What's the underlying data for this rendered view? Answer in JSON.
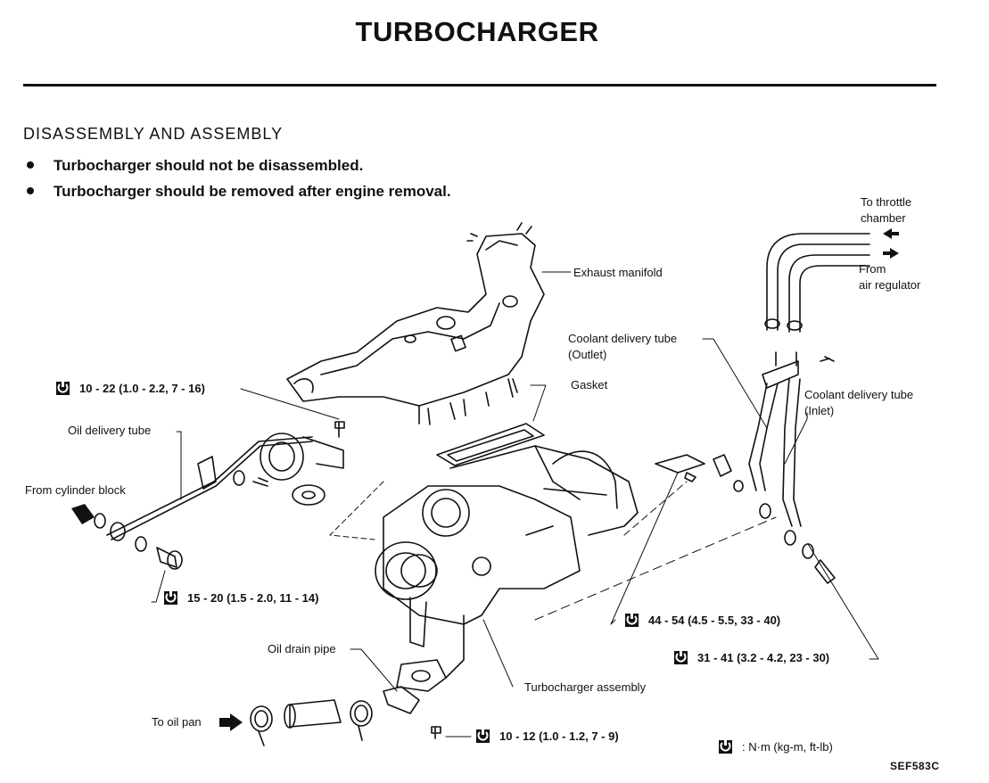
{
  "page": {
    "title": "TURBOCHARGER",
    "section_heading": "DISASSEMBLY AND ASSEMBLY",
    "bullets": [
      "Turbocharger should not be disassembled.",
      "Turbocharger should be removed after engine removal."
    ],
    "figure_code": "SEF583C"
  },
  "labels": {
    "exhaust_manifold": "Exhaust manifold",
    "gasket": "Gasket",
    "oil_delivery_tube": "Oil delivery tube",
    "from_cylinder_block": "From cylinder block",
    "oil_drain_pipe": "Oil drain pipe",
    "to_oil_pan": "To oil pan",
    "turbocharger_assembly": "Turbocharger assembly",
    "to_throttle_chamber_1": "To throttle",
    "to_throttle_chamber_2": "chamber",
    "from_air_regulator_1": "From",
    "from_air_regulator_2": "air regulator",
    "coolant_outlet_1": "Coolant delivery tube",
    "coolant_outlet_2": "(Outlet)",
    "coolant_inlet_1": "Coolant delivery tube",
    "coolant_inlet_2": "(Inlet)"
  },
  "torques": {
    "t1": "10 - 22 (1.0 - 2.2, 7 - 16)",
    "t2": "15 - 20 (1.5 - 2.0, 11 - 14)",
    "t3": "44 - 54 (4.5 - 5.5, 33 - 40)",
    "t4": "31 - 41 (3.2 - 4.2, 23 - 30)",
    "t5": "10 - 12 (1.0 - 1.2, 7 - 9)",
    "legend": ": N·m (kg-m, ft-lb)"
  },
  "icons": [
    "torque-wrench-icon",
    "arrow-icon"
  ]
}
